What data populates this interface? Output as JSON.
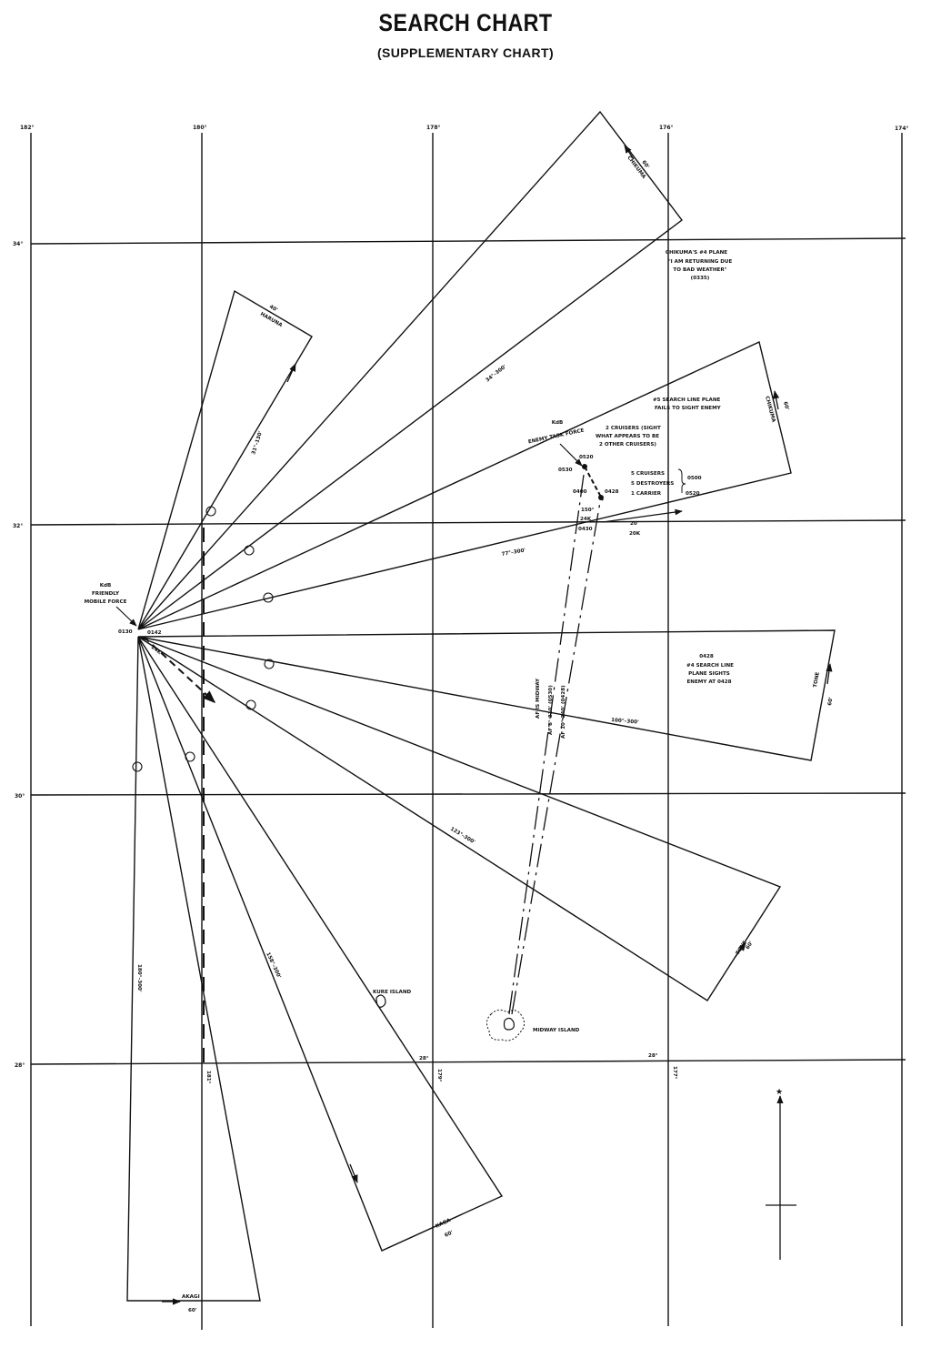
{
  "title": "SEARCH CHART",
  "subtitle": "(SUPPLEMENTARY CHART)",
  "longitude_labels": [
    "182°",
    "180°",
    "178°",
    "176°",
    "174°"
  ],
  "latitude_labels": [
    "34°",
    "32°",
    "30°",
    "28°"
  ],
  "search_lines": [
    {
      "route": "34°–300'",
      "plane": "CHIKUMA",
      "leg": "60'"
    },
    {
      "route": "31°–130'",
      "plane": "HARUNA",
      "leg": "40'"
    },
    {
      "route": "77°–300'",
      "plane": "CHIKUMA",
      "leg": "60'"
    },
    {
      "route": "100°–300'",
      "plane": "TONE",
      "leg": "60'"
    },
    {
      "route": "123°–300'",
      "plane": "TONE",
      "leg": "60'"
    },
    {
      "route": "158°–300'",
      "plane": "KAGA",
      "leg": "60'"
    },
    {
      "route": "180°–300'",
      "plane": "AKAGI",
      "leg": "60'"
    }
  ],
  "annotations": {
    "chikuma_msg": [
      "CHIKUMA'S #4 PLANE",
      "\"I AM RETURNING DUE",
      "TO BAD WEATHER\"",
      "(0335)"
    ],
    "search_line_5": [
      "#5 SEARCH LINE PLANE",
      "FAILS TO SIGHT ENEMY"
    ],
    "kdb_enemy": [
      "KdB",
      "ENEMY TASK FORCE"
    ],
    "cruisers_sight": [
      "2 CRUISERS (SIGHT",
      "WHAT APPEARS TO BE",
      "2 OTHER CRUISERS)"
    ],
    "force_list": [
      "5 CRUISERS",
      "5 DESTROYERS",
      "1 CARRIER"
    ],
    "force_times": [
      "0500",
      "0520"
    ],
    "time_0530": "0530",
    "time_0520": "0520",
    "time_0400": "0400",
    "time_0428": "0428",
    "time_0430": "0430",
    "course_150": "150°",
    "course_24": "24K",
    "speed_20": "20",
    "speed_20k": "20K",
    "search_line_4": [
      "0428",
      "#4 SEARCH LINE",
      "PLANE SIGHTS",
      "ENEMY AT 0428"
    ],
    "kdb_friendly": [
      "KdB",
      "FRIENDLY",
      "MOBILE FORCE"
    ],
    "time_0130": "0130",
    "time_0142": "0142",
    "midway_bearings": [
      "AF IS MIDWAY",
      "AF 8° 310' (0530)",
      "AF 10° 240' (0428)"
    ],
    "kure_island": "KURE ISLAND",
    "midway_island": "MIDWAY ISLAND",
    "bottom_deg_left": "28°",
    "bottom_deg_right": "28°",
    "col_181": "181°",
    "col_179": "179°",
    "col_177": "177°"
  },
  "colors": {
    "ink": "#111111",
    "paper": "#ffffff"
  }
}
